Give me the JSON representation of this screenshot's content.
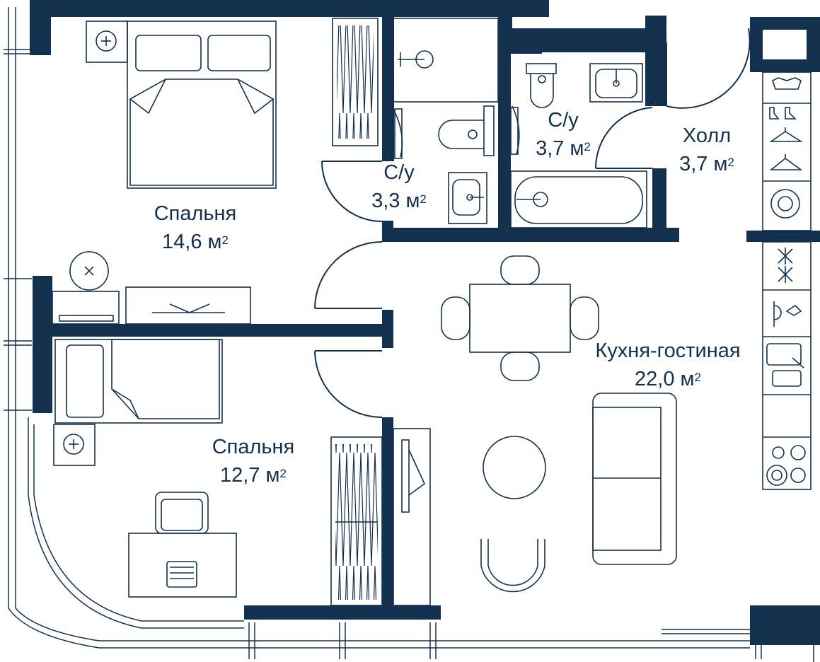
{
  "colors": {
    "wall": "#14304f",
    "line": "#14304f",
    "background": "#ffffff"
  },
  "rooms": {
    "bedroom1": {
      "name": "Спальня",
      "area": "14,6",
      "unit": "м",
      "exp": "2"
    },
    "bedroom2": {
      "name": "Спальня",
      "area": "12,7",
      "unit": "м",
      "exp": "2"
    },
    "bath1": {
      "name": "С/у",
      "area": "3,3",
      "unit": "м",
      "exp": "2"
    },
    "bath2": {
      "name": "С/у",
      "area": "3,7",
      "unit": "м",
      "exp": "2"
    },
    "hall": {
      "name": "Холл",
      "area": "3,7",
      "unit": "м",
      "exp": "2"
    },
    "kitchen": {
      "name": "Кухня-гостиная",
      "area": "22,0",
      "unit": "м",
      "exp": "2"
    }
  },
  "icons": [
    "bed-icon",
    "toilet-icon",
    "sink-icon",
    "bathtub-icon",
    "shower-icon",
    "wardrobe-icon",
    "hanger-icon",
    "washing-machine-icon",
    "stove-icon",
    "dining-table-icon",
    "sofa-icon",
    "desk-icon",
    "laptop-icon",
    "armchair-icon"
  ]
}
